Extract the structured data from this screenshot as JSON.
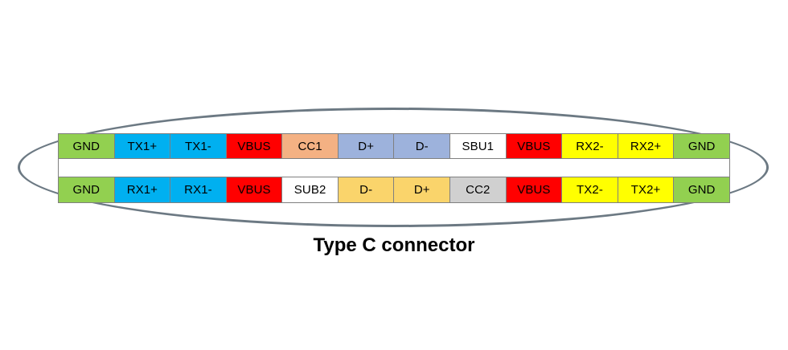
{
  "diagram": {
    "caption": "Type C connector",
    "shell": {
      "shape": "oval",
      "stroke_color": "#6c7983"
    },
    "grid_border_color": "#808080",
    "middle_row_color": "#ffffff",
    "rows": [
      {
        "name": "top-row",
        "pins": [
          {
            "label": "GND",
            "color": "#92D050"
          },
          {
            "label": "TX1+",
            "color": "#00B0F0"
          },
          {
            "label": "TX1-",
            "color": "#00B0F0"
          },
          {
            "label": "VBUS",
            "color": "#FF0000"
          },
          {
            "label": "CC1",
            "color": "#F4B183"
          },
          {
            "label": "D+",
            "color": "#9DB2DC"
          },
          {
            "label": "D-",
            "color": "#9DB2DC"
          },
          {
            "label": "SBU1",
            "color": "#FFFFFF"
          },
          {
            "label": "VBUS",
            "color": "#FF0000"
          },
          {
            "label": "RX2-",
            "color": "#FFFF00"
          },
          {
            "label": "RX2+",
            "color": "#FFFF00"
          },
          {
            "label": "GND",
            "color": "#92D050"
          }
        ]
      },
      {
        "name": "middle-row",
        "pins": []
      },
      {
        "name": "bottom-row",
        "pins": [
          {
            "label": "GND",
            "color": "#92D050"
          },
          {
            "label": "RX1+",
            "color": "#00B0F0"
          },
          {
            "label": "RX1-",
            "color": "#00B0F0"
          },
          {
            "label": "VBUS",
            "color": "#FF0000"
          },
          {
            "label": "SUB2",
            "color": "#FFFFFF"
          },
          {
            "label": "D-",
            "color": "#FAD46B"
          },
          {
            "label": "D+",
            "color": "#FAD46B"
          },
          {
            "label": "CC2",
            "color": "#D0D0D0"
          },
          {
            "label": "VBUS",
            "color": "#FF0000"
          },
          {
            "label": "TX2-",
            "color": "#FFFF00"
          },
          {
            "label": "TX2+",
            "color": "#FFFF00"
          },
          {
            "label": "GND",
            "color": "#92D050"
          }
        ]
      }
    ]
  }
}
